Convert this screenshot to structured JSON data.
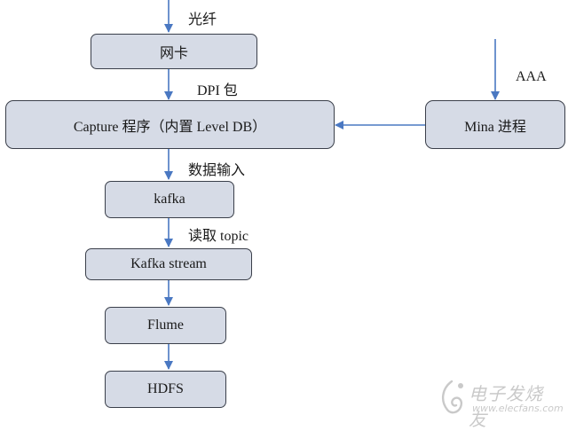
{
  "nodes": {
    "nic": "网卡",
    "capture": "Capture 程序（内置 Level DB）",
    "mina": "Mina 进程",
    "kafka": "kafka",
    "kafka_stream": "Kafka stream",
    "flume": "Flume",
    "hdfs": "HDFS"
  },
  "edge_labels": {
    "fiber": "光纤",
    "dpi": "DPI 包",
    "aaa": "AAA",
    "data_input": "数据输入",
    "read_topic": "读取 topic"
  },
  "watermark": {
    "brand": "电子发烧友",
    "url": "www.elecfans.com"
  },
  "colors": {
    "node_fill": "#d6dbe6",
    "node_border": "#3a3f4a",
    "arrow": "#4a78c2"
  }
}
